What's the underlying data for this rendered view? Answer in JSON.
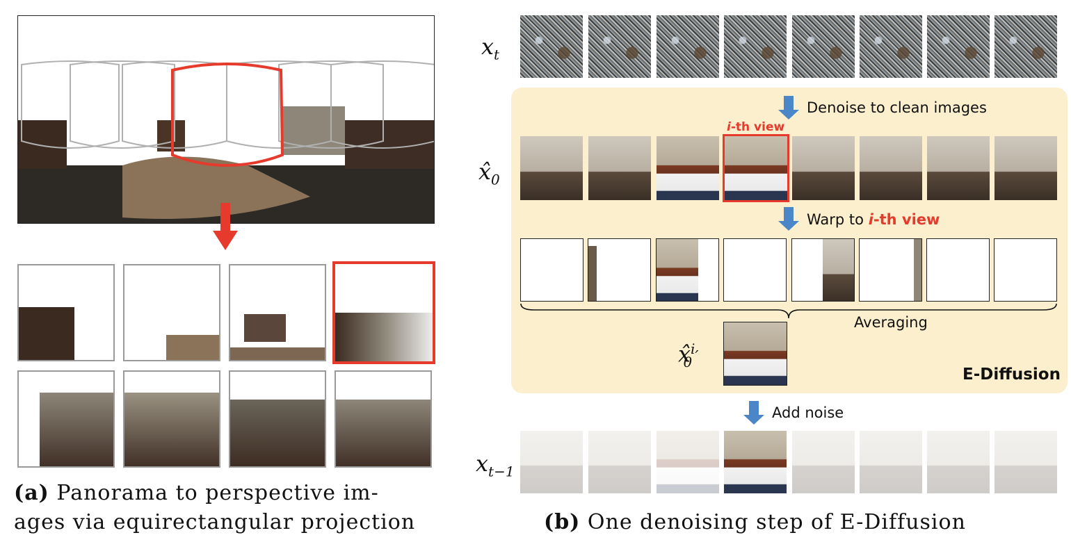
{
  "left": {
    "caption_label": "(a)",
    "caption_line1": "Panorama to perspective im-",
    "caption_line2": "ages via equirectangular projection"
  },
  "right": {
    "caption_label": "(b)",
    "caption_text": "One denoising step of E-Diffusion",
    "row_labels": {
      "xt": "x",
      "xt_sub": "t",
      "x0": "x̂",
      "x0_sub": "0",
      "xi": "x̂",
      "xi_sup": "i",
      "xi_prime": "′",
      "xi_sub": "0",
      "xt1": "x",
      "xt1_sub": "t−1"
    },
    "steps": {
      "denoise": "Denoise to clean images",
      "ith_view_label": "i-th view",
      "ith_i": "i",
      "ith_rest": "-th view",
      "warp_prefix": "Warp to ",
      "warp_i": "i",
      "warp_rest": "-th view",
      "averaging": "Averaging",
      "add_noise": "Add noise",
      "panel_title": "E-Diffusion"
    }
  },
  "colors": {
    "highlight": "#e53a2c",
    "arrow_blue": "#4a86c8",
    "panel": "#fbefcd"
  }
}
